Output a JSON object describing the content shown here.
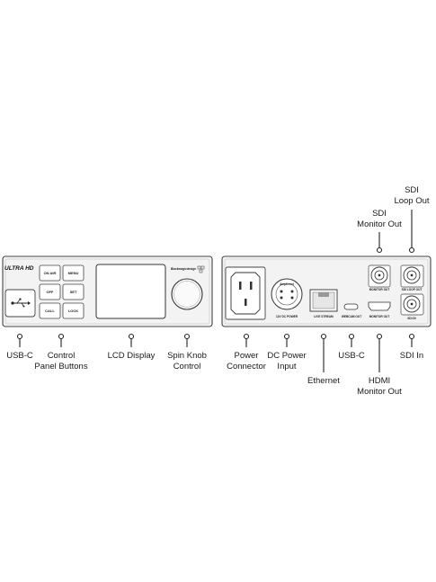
{
  "front_panel": {
    "logo": "ULTRA HD",
    "brand": "Blackmagicdesign",
    "buttons": [
      "ON AIR",
      "MENU",
      "OFF",
      "SET",
      "CALL",
      "LOCK"
    ]
  },
  "rear_panel": {
    "port_labels": {
      "dc_power": "12V DC POWER",
      "dc_brand": "Amphenol",
      "live_stream": "LIVE STREAM",
      "webcam_out": "WEBCAM OUT",
      "hdmi_monitor": "MONITOR OUT",
      "sdi_monitor": "MONITOR OUT",
      "sdi_loop": "SDI LOOP OUT",
      "sdi_in": "SDI IN"
    }
  },
  "callouts": {
    "usb_c_front": [
      "USB-C"
    ],
    "control_panel": [
      "Control",
      "Panel Buttons"
    ],
    "lcd": [
      "LCD Display"
    ],
    "spin_knob": [
      "Spin Knob",
      "Control"
    ],
    "power": [
      "Power",
      "Connector"
    ],
    "dc_power": [
      "DC Power",
      "Input"
    ],
    "ethernet": [
      "Ethernet"
    ],
    "usb_c_rear": [
      "USB-C"
    ],
    "hdmi_monitor": [
      "HDMI",
      "Monitor Out"
    ],
    "sdi_in": [
      "SDI In"
    ],
    "sdi_monitor": [
      "SDI",
      "Monitor Out"
    ],
    "sdi_loop": [
      "SDI",
      "Loop Out"
    ]
  }
}
